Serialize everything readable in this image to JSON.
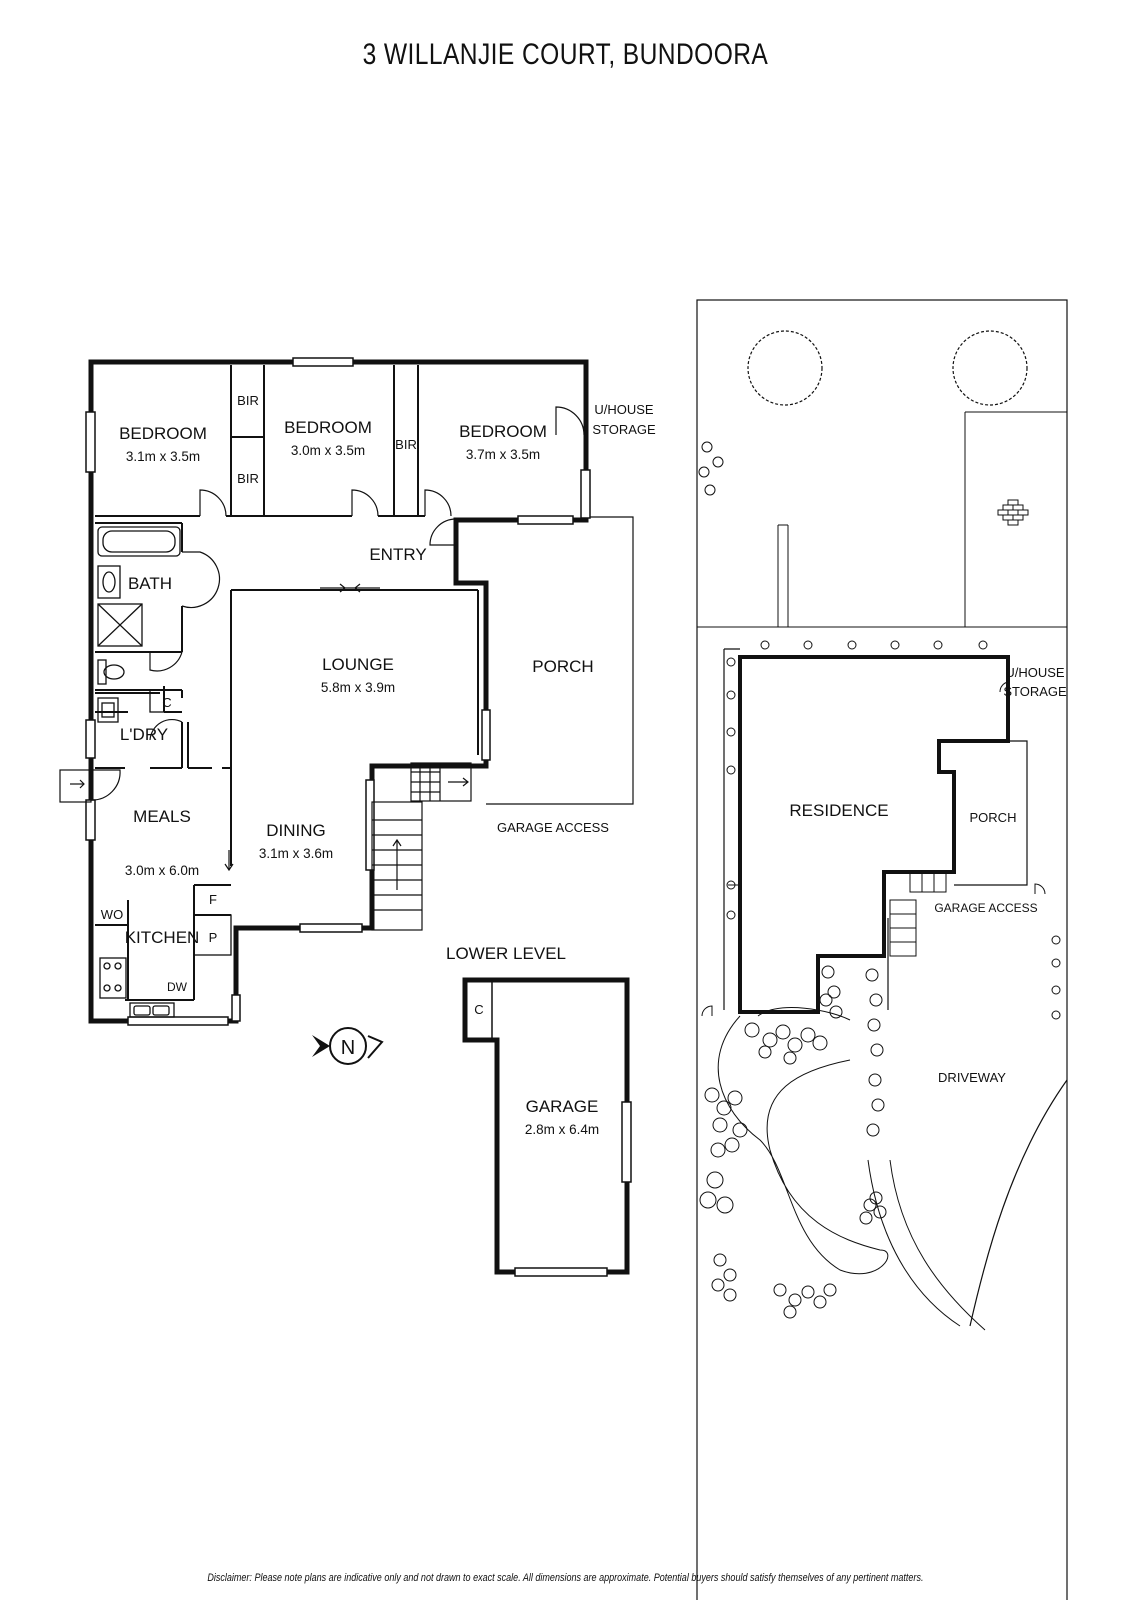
{
  "title": "3 WILLANJIE COURT, BUNDOORA",
  "disclaimer": "Disclaimer: Please note plans are indicative only and not drawn to exact scale. All dimensions are approximate. Potential buyers should satisfy themselves of any pertinent matters.",
  "rooms": {
    "bed1": {
      "name": "BEDROOM",
      "size": "3.1m x 3.5m"
    },
    "bed2": {
      "name": "BEDROOM",
      "size": "3.0m x 3.5m"
    },
    "bed3": {
      "name": "BEDROOM",
      "size": "3.7m x 3.5m"
    },
    "bir1": "BIR",
    "bir2": "BIR",
    "bir3": "BIR",
    "uhouse": [
      "U/HOUSE",
      "STORAGE"
    ],
    "entry": "ENTRY",
    "bath": "BATH",
    "lounge": {
      "name": "LOUNGE",
      "size": "5.8m x 3.9m"
    },
    "porch": "PORCH",
    "c_ldry": "C",
    "ldry": "L'DRY",
    "meals": {
      "name": "MEALS",
      "size": "3.0m x 6.0m"
    },
    "dining": {
      "name": "DINING",
      "size": "3.1m x 3.6m"
    },
    "garage_access": "GARAGE ACCESS",
    "wo": "WO",
    "f": "F",
    "kitchen": "KITCHEN",
    "p": "P",
    "dw": "DW",
    "compass": "N"
  },
  "lower": {
    "heading": "LOWER LEVEL",
    "c": "C",
    "garage": {
      "name": "GARAGE",
      "size": "2.8m x 6.4m"
    }
  },
  "site": {
    "uhouse": [
      "U/HOUSE",
      "STORAGE"
    ],
    "residence": "RESIDENCE",
    "porch": "PORCH",
    "garage_access": "GARAGE ACCESS",
    "driveway": "DRIVEWAY"
  }
}
